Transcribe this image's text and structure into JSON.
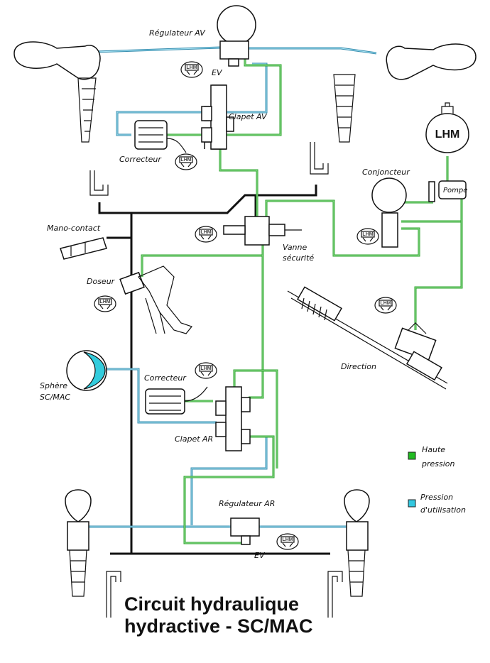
{
  "title": {
    "line1": "Circuit hydraulique",
    "line2": "hydractive - SC/MAC"
  },
  "labels": {
    "regulateur_av": "Régulateur AV",
    "ev_top": "EV",
    "clapet_av": "Clapet AV",
    "correcteur_av": "Correcteur",
    "conjoncteur": "Conjoncteur",
    "pompe": "Pompe",
    "mano_contact": "Mano-contact",
    "vanne_line1": "Vanne",
    "vanne_line2": "sécurité",
    "doseur": "Doseur",
    "direction": "Direction",
    "sphere_line1": "Sphère",
    "sphere_line2": "SC/MAC",
    "correcteur_ar": "Correcteur",
    "clapet_ar": "Clapet AR",
    "regulateur_ar": "Régulateur AR",
    "ev_bottom": "EV"
  },
  "reservoir_label": "LHM",
  "lhm_tag": "LHM",
  "legend": [
    {
      "line1": "Haute",
      "line2": "pression",
      "color": "#22bb22"
    },
    {
      "line1": "Pression",
      "line2": "d'utilisation",
      "color": "#33c8e0"
    }
  ],
  "colors": {
    "high_pressure": "#2ca52c",
    "usage_pressure": "#3a8fb0",
    "sphere_fill": "#33ccdd"
  }
}
